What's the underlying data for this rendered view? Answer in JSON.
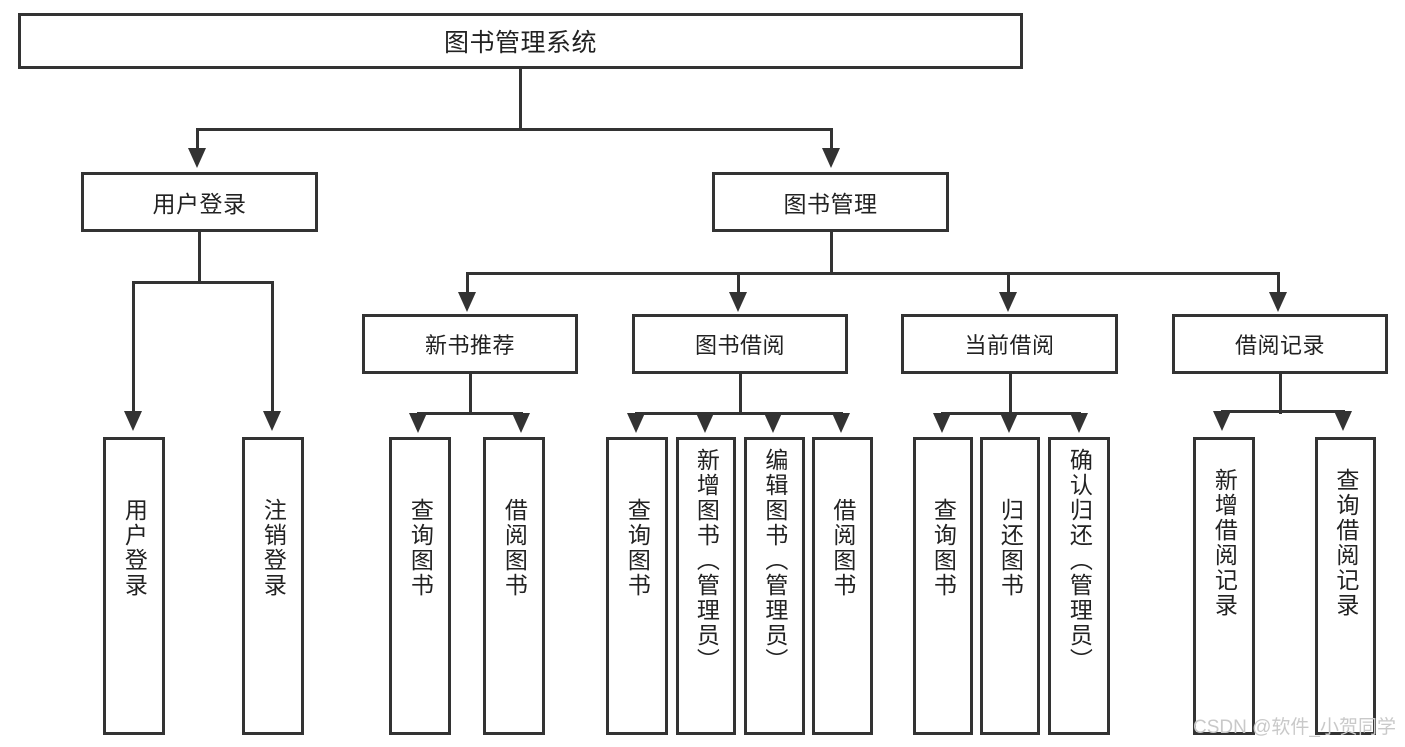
{
  "diagram": {
    "title": "图书管理系统",
    "type": "tree",
    "orientation": "top-down",
    "colors": {
      "stroke": "#333333",
      "fill": "#ffffff",
      "text": "#222222",
      "watermark": "#c9c9c9"
    },
    "root": {
      "id": "root",
      "label": "图书管理系统"
    },
    "level1": [
      {
        "id": "user-login",
        "label": "用户登录"
      },
      {
        "id": "book-management",
        "label": "图书管理"
      }
    ],
    "level2": [
      {
        "id": "new-book-recommend",
        "label": "新书推荐",
        "parent": "book-management"
      },
      {
        "id": "book-borrow",
        "label": "图书借阅",
        "parent": "book-management"
      },
      {
        "id": "current-borrow",
        "label": "当前借阅",
        "parent": "book-management"
      },
      {
        "id": "borrow-record",
        "label": "借阅记录",
        "parent": "book-management"
      }
    ],
    "leaves": [
      {
        "id": "leaf-user-login",
        "label": "用户登录",
        "parent": "user-login"
      },
      {
        "id": "leaf-user-logout",
        "label": "注销登录",
        "parent": "user-login"
      },
      {
        "id": "leaf-query-book-1",
        "label": "查询图书",
        "parent": "new-book-recommend"
      },
      {
        "id": "leaf-borrow-book-1",
        "label": "借阅图书",
        "parent": "new-book-recommend"
      },
      {
        "id": "leaf-query-book-2",
        "label": "查询图书",
        "parent": "book-borrow"
      },
      {
        "id": "leaf-add-book",
        "label": "新增图书（管理员）",
        "parent": "book-borrow"
      },
      {
        "id": "leaf-edit-book",
        "label": "编辑图书（管理员）",
        "parent": "book-borrow"
      },
      {
        "id": "leaf-borrow-book-2",
        "label": "借阅图书",
        "parent": "book-borrow"
      },
      {
        "id": "leaf-query-book-3",
        "label": "查询图书",
        "parent": "current-borrow"
      },
      {
        "id": "leaf-return-book",
        "label": "归还图书",
        "parent": "current-borrow"
      },
      {
        "id": "leaf-confirm-return",
        "label": "确认归还（管理员）",
        "parent": "current-borrow"
      },
      {
        "id": "leaf-add-borrow-record",
        "label": "新增借阅记录",
        "parent": "borrow-record"
      },
      {
        "id": "leaf-query-borrow-record",
        "label": "查询借阅记录",
        "parent": "borrow-record"
      }
    ]
  },
  "watermark": {
    "text": "CSDN @软件_小贺同学"
  }
}
